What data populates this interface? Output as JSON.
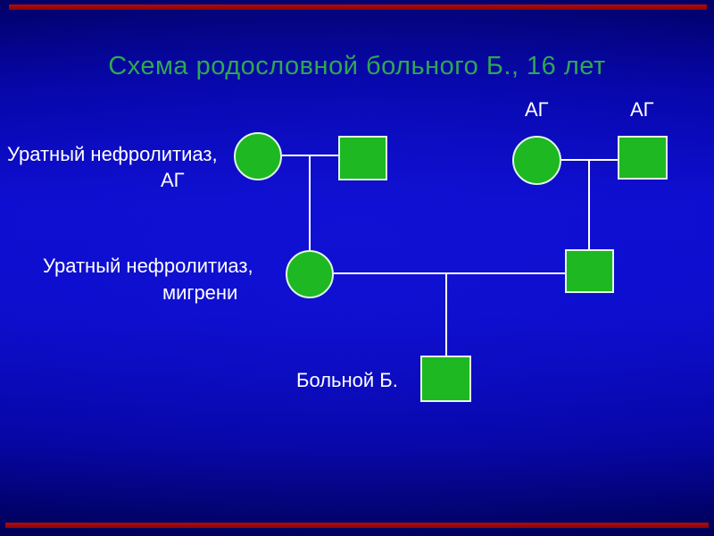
{
  "slide": {
    "title": "Схема родословной больного Б., 16 лет",
    "colors": {
      "title_green": "#2fa850",
      "node_fill_green": "#1db822",
      "node_outline": "#e2f7e2",
      "connector_white": "#ffffff",
      "label_white": "#ffffff",
      "background_center_blue": "#0d0dd0",
      "background_edge_blue": "#000060",
      "accent_bar_red": "#a30808"
    }
  },
  "pedigree": {
    "labels": {
      "ag_top_left": "АГ",
      "ag_top_right": "АГ",
      "gen1_left_line1": "Уратный нефролитиаз,",
      "gen1_left_line2": "АГ",
      "gen2_line1": "Уратный нефролитиаз,",
      "gen2_line2": "мигрени",
      "gen3": "Больной Б."
    },
    "nodes": [
      {
        "id": "gen1-left-mother",
        "shape": "circle",
        "affected": true
      },
      {
        "id": "gen1-left-father",
        "shape": "square",
        "affected": true
      },
      {
        "id": "gen1-right-mother",
        "shape": "circle",
        "affected": true
      },
      {
        "id": "gen1-right-father",
        "shape": "square",
        "affected": true
      },
      {
        "id": "gen2-mother",
        "shape": "circle",
        "affected": true
      },
      {
        "id": "gen2-father",
        "shape": "square",
        "affected": true
      },
      {
        "id": "gen3-patient",
        "shape": "square",
        "affected": true
      }
    ]
  }
}
